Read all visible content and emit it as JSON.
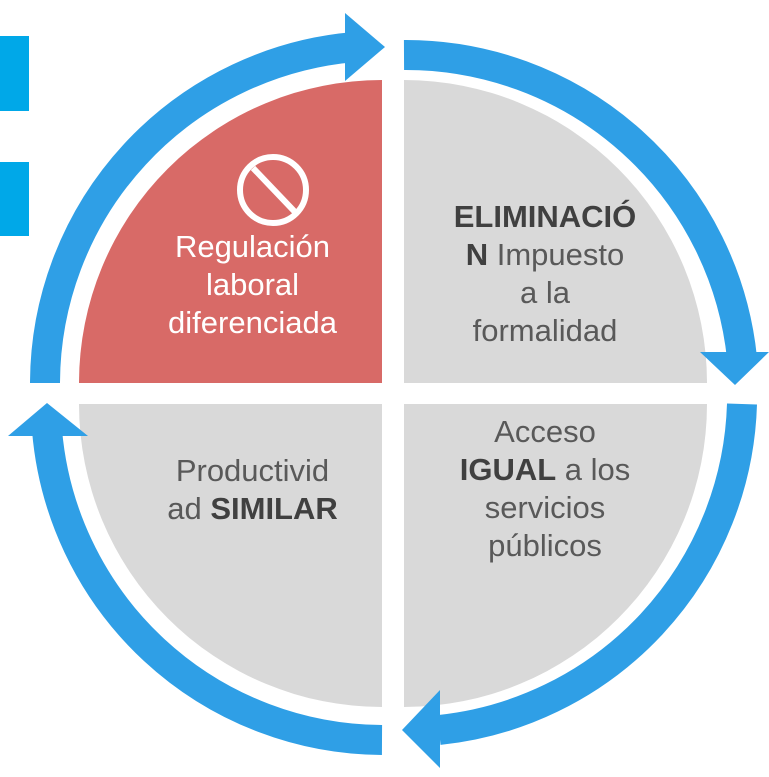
{
  "quadrants": {
    "top_left": {
      "lines": [
        "Regulación",
        "laboral",
        "diferenciada"
      ],
      "icon": "no-entry-icon",
      "color": "#d86a67"
    },
    "top_right": {
      "strong": "ELIMINACIÓ",
      "strong2": "N",
      "rest": " Impuesto",
      "line3": "a la",
      "line4": "formalidad",
      "color": "#d9d9d9"
    },
    "bottom_left": {
      "line1": "Productivid",
      "line2_prefix": "ad ",
      "strong": "SIMILAR",
      "color": "#d9d9d9"
    },
    "bottom_right": {
      "line1": "Acceso",
      "strong": "IGUAL",
      "rest": " a los",
      "line3": "servicios",
      "line4": "públicos",
      "color": "#d9d9d9"
    }
  },
  "cycle_arrow_color": "#2f9fe6",
  "side_accent_color": "#00a8e8"
}
